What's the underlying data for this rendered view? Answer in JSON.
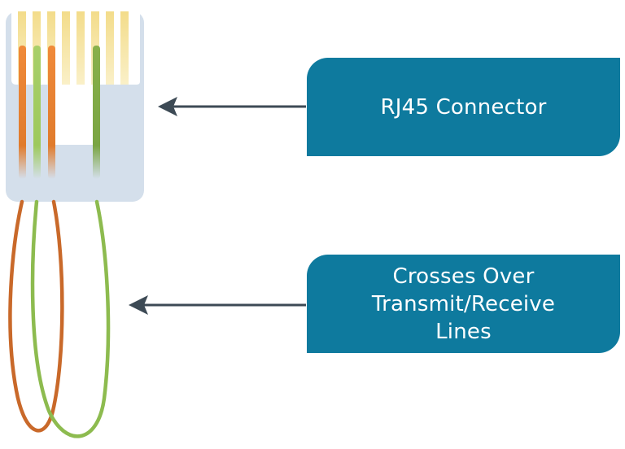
{
  "callouts": {
    "connector": {
      "label": "RJ45 Connector"
    },
    "crossover": {
      "lines": [
        "Crosses Over",
        "Transmit/Receive",
        "Lines"
      ]
    }
  },
  "colors": {
    "callout_bg": "#0e7a9e",
    "callout_text": "#ffffff",
    "arrow": "#3d4a55",
    "connector_body": "#d4dfeb",
    "connector_slot": "#ffffff",
    "contact_pin": "#f3e3a0",
    "wire_orange": "#e07b2c",
    "wire_brown": "#a4551f",
    "wire_light_green": "#9dc95c",
    "wire_dark_green": "#6d9a3a"
  }
}
